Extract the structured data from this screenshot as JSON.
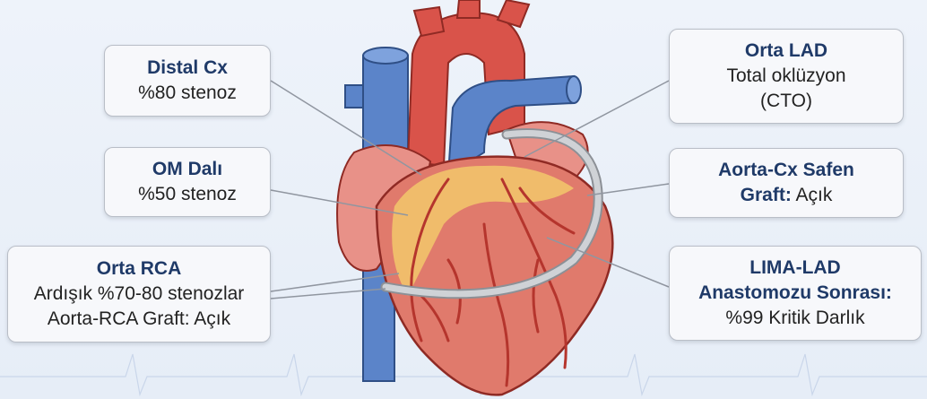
{
  "labels": {
    "distal_cx": {
      "title": "Distal Cx",
      "line1": "%80 stenoz"
    },
    "om_dali": {
      "title": "OM Dalı",
      "line1": "%50 stenoz"
    },
    "orta_rca": {
      "title": "Orta RCA",
      "line1": "Ardışık %70-80 stenozlar",
      "line2": "Aorta-RCA Graft: Açık"
    },
    "orta_lad": {
      "title": "Orta LAD",
      "line1": "Total oklüzyon",
      "line2": "(CTO)"
    },
    "aorta_cx": {
      "title_line1": "Aorta-Cx Safen",
      "title_line2_bold": "Graft:",
      "title_line2_rest": " Açık"
    },
    "lima_lad": {
      "title_line1": "LIMA-LAD",
      "title_line2": "Anastomozu Sonrası:",
      "line1": "%99 Kritik Darlık"
    }
  },
  "colors": {
    "heart_muscle": "#e07a6c",
    "fat": "#f2c36b",
    "artery_red": "#d9534a",
    "vein_blue": "#5b84c9",
    "graft_gray": "#cfd2d6",
    "title_navy": "#1f3a68"
  }
}
